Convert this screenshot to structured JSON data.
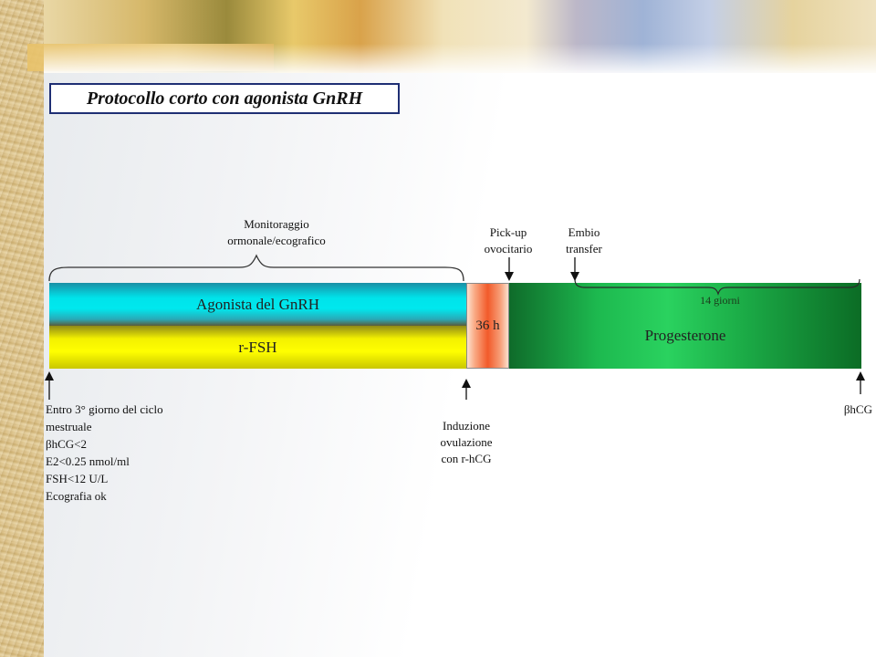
{
  "title": "Protocollo corto con agonista GnRH",
  "labels": {
    "monitoraggio_line1": "Monitoraggio",
    "monitoraggio_line2": "ormonale/ecografico",
    "pickup_line1": "Pick-up",
    "pickup_line2": "ovocitario",
    "embio_line1": "Embio",
    "embio_line2": "transfer",
    "giorni": "14 giorni",
    "start_lines": [
      "Entro 3° giorno del ciclo",
      "mestruale",
      "βhCG<2",
      "E2<0.25 nmol/ml",
      "FSH<12 U/L",
      "Ecografia ok"
    ],
    "induzione_line1": "Induzione",
    "induzione_line2": "ovulazione",
    "induzione_line3": "con r-hCG",
    "bhcg_end": "βhCG"
  },
  "bars": {
    "agonista": "Agonista del GnRH",
    "fsh": "r-FSH",
    "hours": "36 h",
    "progesterone": "Progesterone"
  },
  "colors": {
    "title_border": "#1f2f74",
    "agonista": "#00e8ee",
    "fsh": "#ffff00",
    "hours": "#f25a2a",
    "progesterone": "#1db94f"
  }
}
